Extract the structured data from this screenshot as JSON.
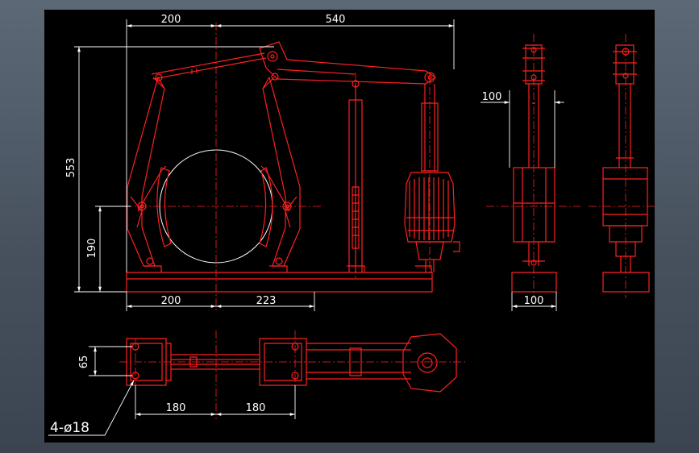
{
  "drawing": {
    "colors": {
      "background": "#000000",
      "geometry": "#ff2020",
      "dimension": "#ffffff",
      "centerline": "#ff2020",
      "window_frame": "#4f5a69"
    },
    "dimensions": {
      "top_left_width": "200",
      "top_right_width": "540",
      "total_height": "553",
      "axis_height": "190",
      "bottom_left_width": "200",
      "bottom_right_width": "223",
      "side_top_width": "100",
      "side_bottom_width": "100",
      "plan_spacing": "65",
      "plan_left_width": "180",
      "plan_right_width": "180",
      "hole_callout": "4-ø18"
    }
  }
}
